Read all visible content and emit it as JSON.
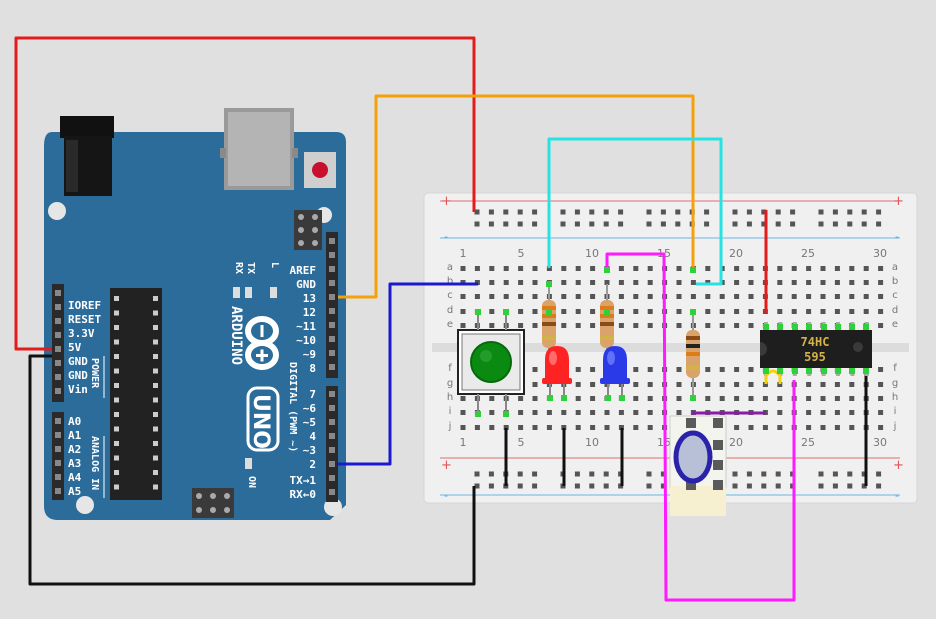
{
  "colors": {
    "background": "#e0e0e0",
    "board": "#2c6d9c",
    "board_dark": "#225a83",
    "breadboard": "#f1f1f1",
    "hole": "#4a4a4a",
    "rail_red": "#e05555",
    "rail_blue": "#55a8e0",
    "wire_red": "#e31b1b",
    "wire_orange": "#f5a10a",
    "wire_cyan": "#25e3e3",
    "wire_blue": "#1a1acc",
    "wire_magenta": "#ff1aff",
    "wire_black": "#111111",
    "led_red": "#ff2222",
    "led_blue": "#2a3ae8",
    "button_cap": "#0b8a12",
    "chip": "#1e1e1e",
    "chip_text": "#d4b24a"
  },
  "arduino": {
    "power_labels": [
      "IOREF",
      "RESET",
      "3.3V",
      "5V",
      "GND",
      "GND",
      "Vin"
    ],
    "power_title": "POWER",
    "analog_labels": [
      "A0",
      "A1",
      "A2",
      "A3",
      "A4",
      "A5"
    ],
    "analog_title": "ANALOG IN",
    "digital_top_labels": [
      "AREF",
      "GND",
      "13",
      "12",
      "~11",
      "~10",
      "~9",
      "8"
    ],
    "digital_bottom_labels": [
      "7",
      "~6",
      "~5",
      "4",
      "~3",
      "2",
      "TX→1",
      "RX←0"
    ],
    "digital_title": "DIGITAL (PWM ~)",
    "brand": "ARDUINO",
    "model": "UNO",
    "led_labels": [
      "TX",
      "RX",
      "L"
    ],
    "on_label": "ON"
  },
  "breadboard": {
    "col_labels_top": [
      "1",
      "5",
      "10",
      "15",
      "20",
      "25",
      "30"
    ],
    "col_labels_bottom": [
      "1",
      "5",
      "10",
      "15",
      "20",
      "25",
      "30"
    ],
    "row_labels_top": [
      "a",
      "b",
      "c",
      "d",
      "e"
    ],
    "row_labels_bottom": [
      "f",
      "g",
      "h",
      "i",
      "j"
    ],
    "plus": "+",
    "minus": "-"
  },
  "chip": {
    "line1": "74HC",
    "line2": "595"
  },
  "icons": [
    "infinity-logo-icon",
    "reset-button-icon",
    "usb-port-icon",
    "barrel-jack-icon"
  ]
}
